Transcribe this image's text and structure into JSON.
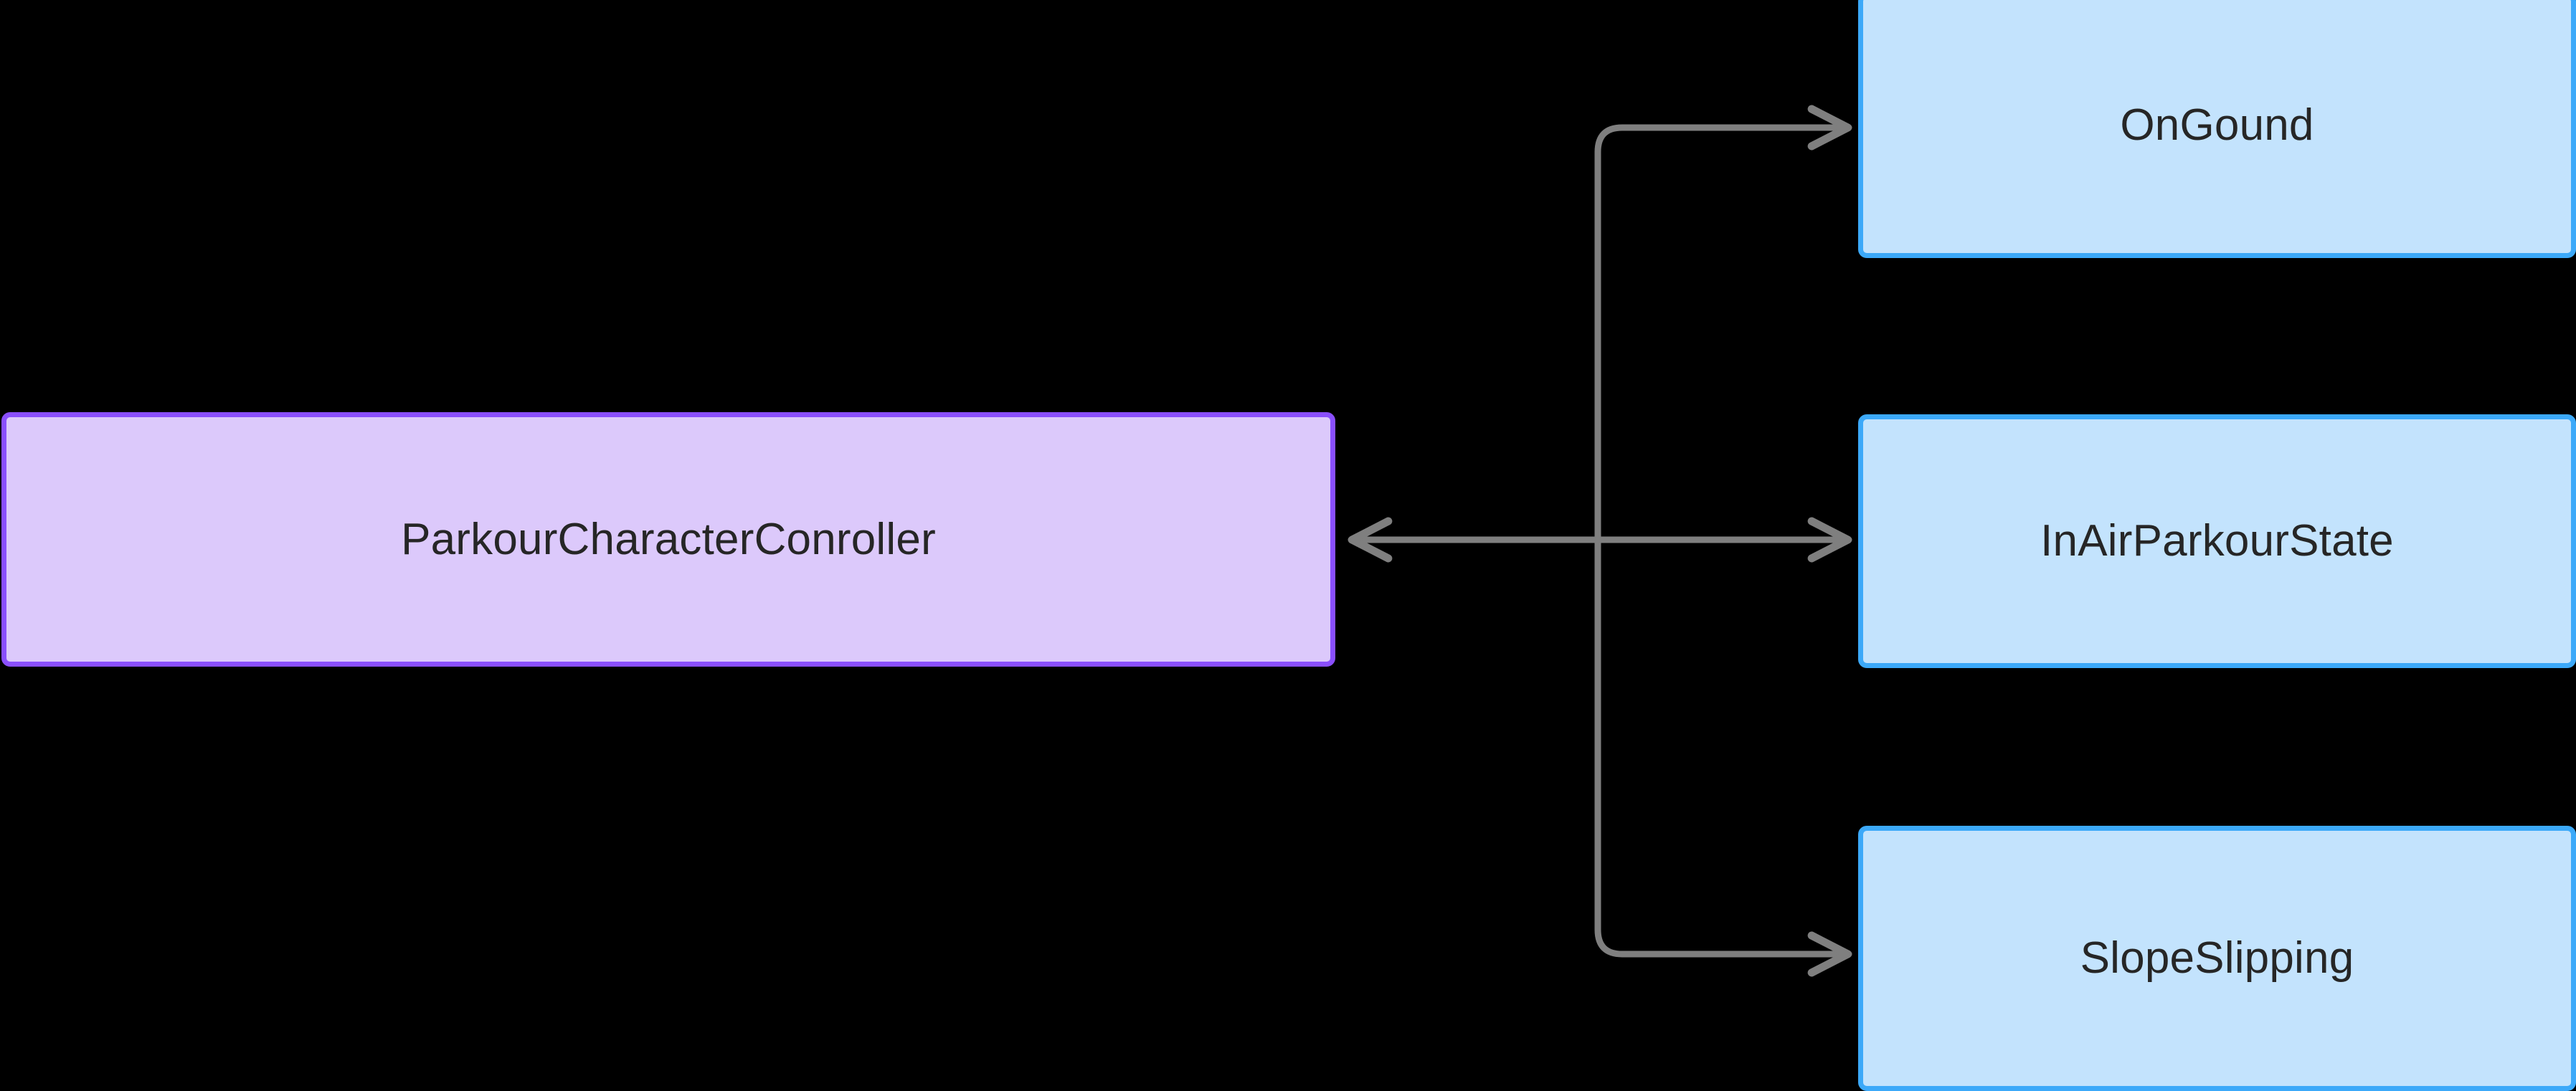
{
  "diagram": {
    "background_color": "#000000",
    "edge_color": "#7f7f7f",
    "root": {
      "label": "ParkourCharacterConroller",
      "fill_color": "#dcc9fb",
      "border_color": "#8a4ffd",
      "text_color": "#262626"
    },
    "states": [
      {
        "id": "ongound",
        "label": "OnGound",
        "fill_color": "#c3e3fd",
        "border_color": "#3ca9f9",
        "text_color": "#262626"
      },
      {
        "id": "inair",
        "label": "InAirParkourState",
        "fill_color": "#c3e3fd",
        "border_color": "#3ca9f9",
        "text_color": "#262626"
      },
      {
        "id": "slopeslipping",
        "label": "SlopeSlipping",
        "fill_color": "#c3e3fd",
        "border_color": "#3ca9f9",
        "text_color": "#262626"
      }
    ],
    "edges": [
      {
        "id": "edge-root-ongound",
        "from": "root",
        "to": "ongound",
        "direction": "forward"
      },
      {
        "id": "edge-root-inair",
        "from": "root",
        "to": "inair",
        "direction": "bidirectional"
      },
      {
        "id": "edge-root-slopeslipping",
        "from": "root",
        "to": "slopeslipping",
        "direction": "forward"
      }
    ]
  }
}
